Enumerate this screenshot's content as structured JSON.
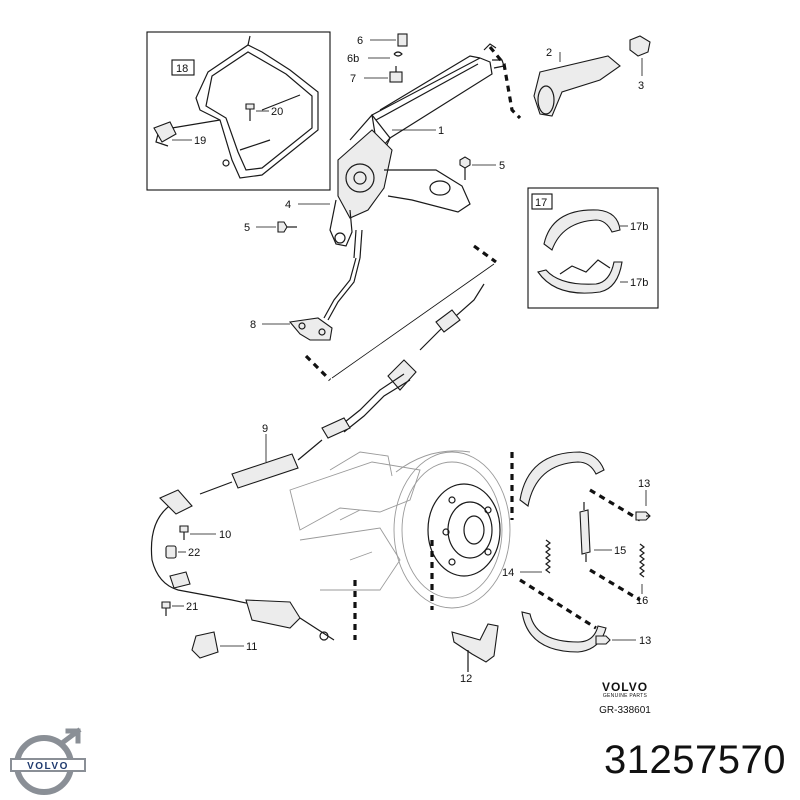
{
  "diagram": {
    "callouts": {
      "n1": "1",
      "n2": "2",
      "n3": "3",
      "n4": "4",
      "n5a": "5",
      "n5b": "5",
      "n6": "6",
      "n6b": "6b",
      "n7": "7",
      "n8": "8",
      "n9": "9",
      "n10": "10",
      "n11": "11",
      "n12": "12",
      "n13a": "13",
      "n13b": "13",
      "n14": "14",
      "n15": "15",
      "n16": "16",
      "n17b_top": "17b",
      "n17b_bot": "17b",
      "n19": "19",
      "n20": "20",
      "n21": "21",
      "n22": "22"
    },
    "inset_handbrake_bracket": {
      "tag": "18"
    },
    "inset_brake_shoes": {
      "tag": "17"
    },
    "genuine_parts_mark": {
      "brand": "VOLVO",
      "subtitle": "GENUINE PARTS"
    },
    "reference_code": "GR-338601"
  },
  "footer": {
    "logo_text": "VOLVO",
    "part_number": "31257570"
  }
}
